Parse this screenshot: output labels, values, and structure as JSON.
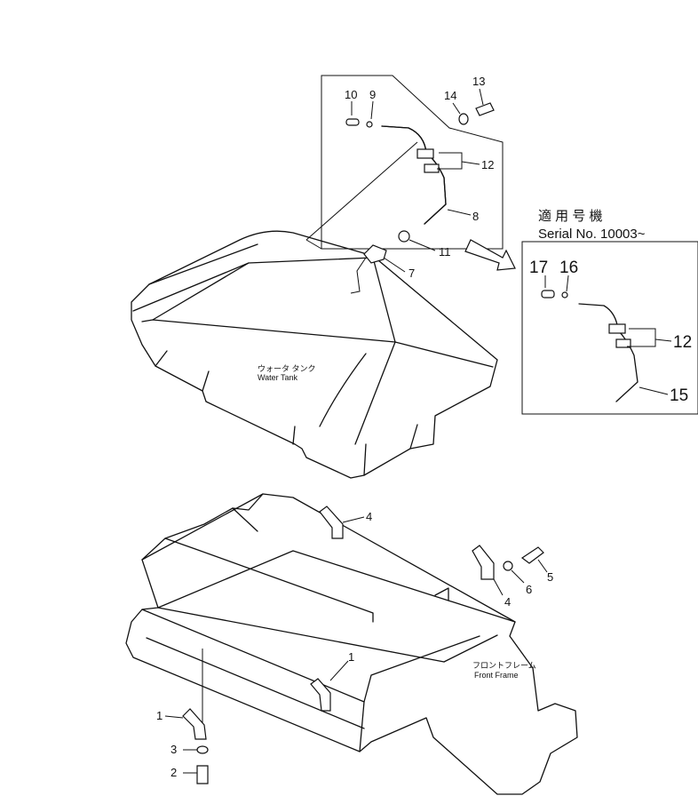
{
  "water_tank": {
    "label_jp": "ウォータ タンク",
    "label_en": "Water Tank"
  },
  "front_frame": {
    "label_jp": "フロントフレーム",
    "label_en": "Front Frame"
  },
  "serial_note": {
    "label_jp": "適 用 号 機",
    "label_en": "Serial No. 10003~"
  },
  "callouts": {
    "p1a": "1",
    "p1b": "1",
    "p2": "2",
    "p3": "3",
    "p4a": "4",
    "p4b": "4",
    "p5": "5",
    "p6": "6",
    "p7": "7",
    "p8": "8",
    "p9": "9",
    "p10": "10",
    "p11": "11",
    "p12a": "12",
    "p13": "13",
    "p14": "14",
    "p12b": "12",
    "p15": "15",
    "p16": "16",
    "p17": "17"
  }
}
